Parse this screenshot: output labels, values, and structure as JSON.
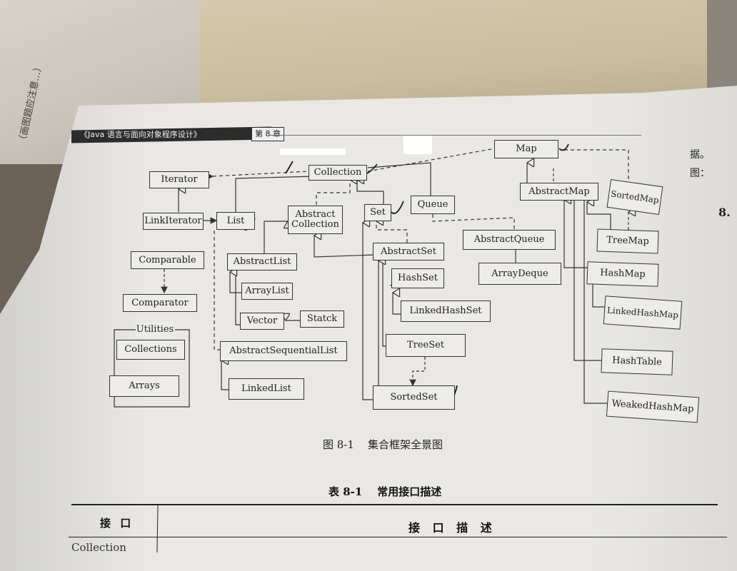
{
  "header": {
    "book_title": "《Java 语言与面向对象程序设计》",
    "chapter": "第 8 章"
  },
  "diagram": {
    "nodes": {
      "iterator": "Iterator",
      "link_iterator": "LinkIterator",
      "collection": "Collection",
      "list": "List",
      "abstract_collection_line1": "Abstract",
      "abstract_collection_line2": "Collection",
      "set": "Set",
      "queue": "Queue",
      "map": "Map",
      "abstract_map": "AbstractMap",
      "sorted_map": "SortedMap",
      "comparable": "Comparable",
      "comparator": "Comparator",
      "abstract_list": "AbstractList",
      "array_list": "ArrayList",
      "vector": "Vector",
      "statck": "Statck",
      "abstract_set": "AbstractSet",
      "hash_set": "HashSet",
      "linked_hash_set": "LinkedHashSet",
      "tree_set": "TreeSet",
      "sorted_set": "SortedSet",
      "abstract_queue": "AbstractQueue",
      "array_deque": "ArrayDeque",
      "tree_map": "TreeMap",
      "hash_map": "HashMap",
      "linked_hash_map": "LinkedHashMap",
      "hash_table": "HashTable",
      "weaked_hash_map": "WeakedHashMap",
      "utilities": "Utilities",
      "collections": "Collections",
      "arrays": "Arrays",
      "abstract_sequential_list": "AbstractSequentialList",
      "linked_list": "LinkedList"
    }
  },
  "caption": "图 8-1    集合框架全景图",
  "table": {
    "title": "表 8-1    常用接口描述",
    "col_interface": "接 口",
    "col_description": "接 口 描 述",
    "first_cell": "Collection"
  },
  "right_margin": {
    "line1": "据。",
    "line2": "图：",
    "line3": "8."
  },
  "background_scribble": "（画图题应注意…）"
}
